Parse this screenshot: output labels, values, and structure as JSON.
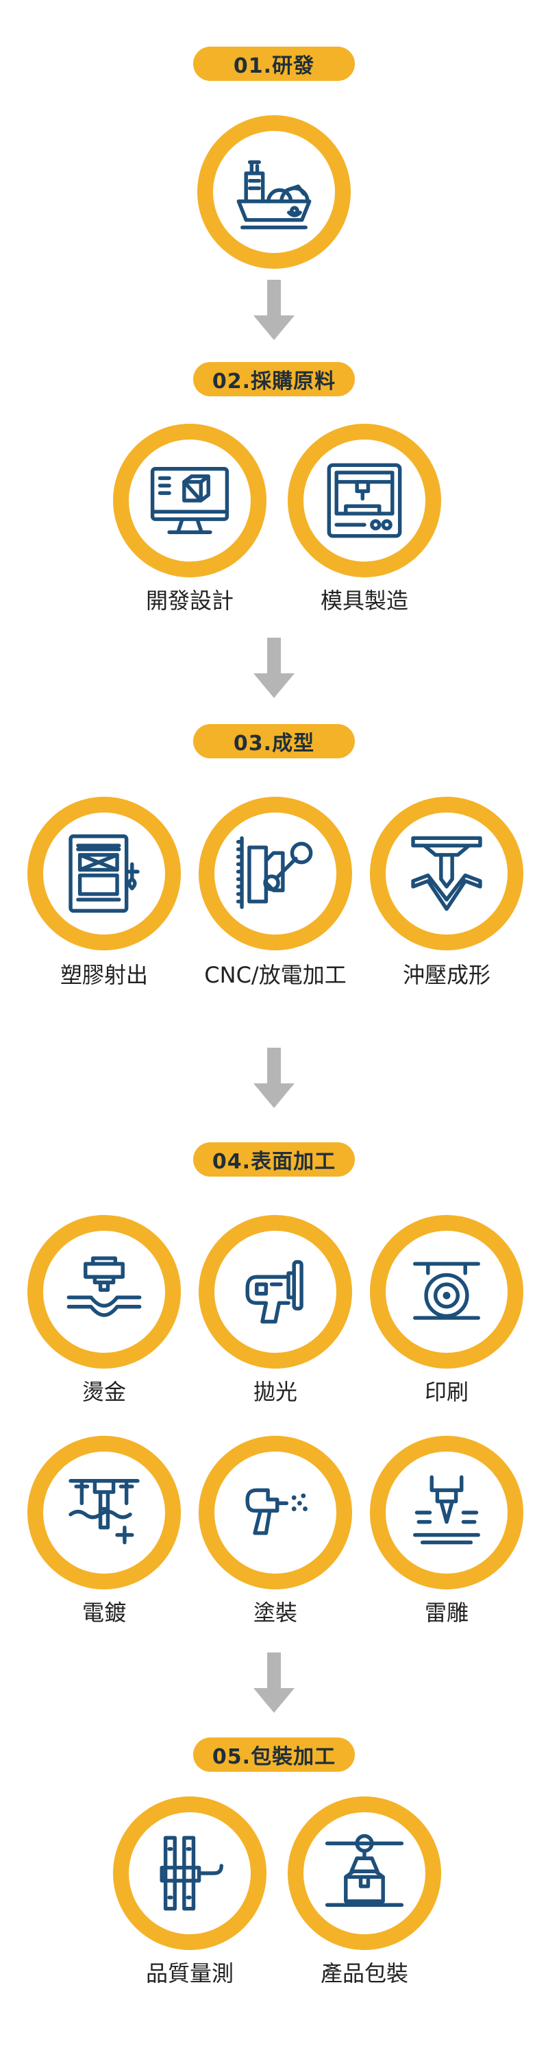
{
  "steps": [
    {
      "title": "01.研發",
      "items": [
        {
          "label": "",
          "icon": "ship-engine-icon"
        }
      ]
    },
    {
      "title": "02.採購原料",
      "items": [
        {
          "label": "開發設計",
          "icon": "monitor-3d-design-icon"
        },
        {
          "label": "模具製造",
          "icon": "cnc-machine-icon"
        }
      ]
    },
    {
      "title": "03.成型",
      "items": [
        {
          "label": "塑膠射出",
          "icon": "injection-press-icon"
        },
        {
          "label": "CNC/放電加工",
          "icon": "robot-arm-icon"
        },
        {
          "label": "沖壓成形",
          "icon": "stamping-press-icon"
        }
      ]
    },
    {
      "title": "04.表面加工",
      "items": [
        {
          "label": "燙金",
          "icon": "hot-stamping-icon"
        },
        {
          "label": "拋光",
          "icon": "polisher-icon"
        },
        {
          "label": "印刷",
          "icon": "printing-roller-icon"
        },
        {
          "label": "電鍍",
          "icon": "electroplating-icon"
        },
        {
          "label": "塗裝",
          "icon": "spray-gun-icon"
        },
        {
          "label": "雷雕",
          "icon": "laser-engraving-icon"
        }
      ]
    },
    {
      "title": "05.包裝加工",
      "items": [
        {
          "label": "品質量測",
          "icon": "caliper-icon"
        },
        {
          "label": "產品包裝",
          "icon": "packaging-icon"
        }
      ]
    }
  ],
  "colors": {
    "accent": "#f4b228",
    "icon": "#1d4f7a",
    "arrow": "#b5b5b5",
    "text": "#222222"
  }
}
